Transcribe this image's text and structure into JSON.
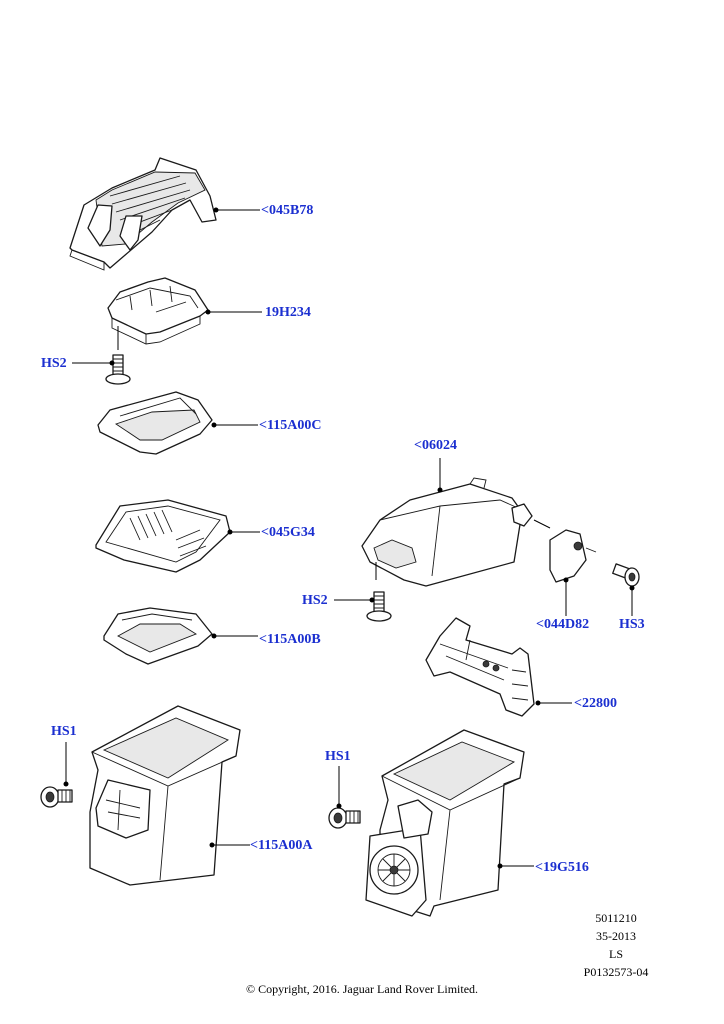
{
  "callouts": {
    "c045B78": "<045B78",
    "c19H234": "19H234",
    "hs2_top": "HS2",
    "c115A00C": "<115A00C",
    "c06024": "<06024",
    "c045G34": "<045G34",
    "hs2_mid": "HS2",
    "c044D82": "<044D82",
    "hs3": "HS3",
    "c115A00B": "<115A00B",
    "c22800": "<22800",
    "hs1_left": "HS1",
    "hs1_right": "HS1",
    "c115A00A": "<115A00A",
    "c19G516": "<19G516"
  },
  "metadata": {
    "line1": "5011210",
    "line2": "35-2013",
    "line3": "LS",
    "line4": "P0132573-04"
  },
  "copyright": "© Copyright, 2016. Jaguar Land Rover Limited.",
  "colors": {
    "callout": "#1b2fd0",
    "line": "#1a1a1a"
  }
}
